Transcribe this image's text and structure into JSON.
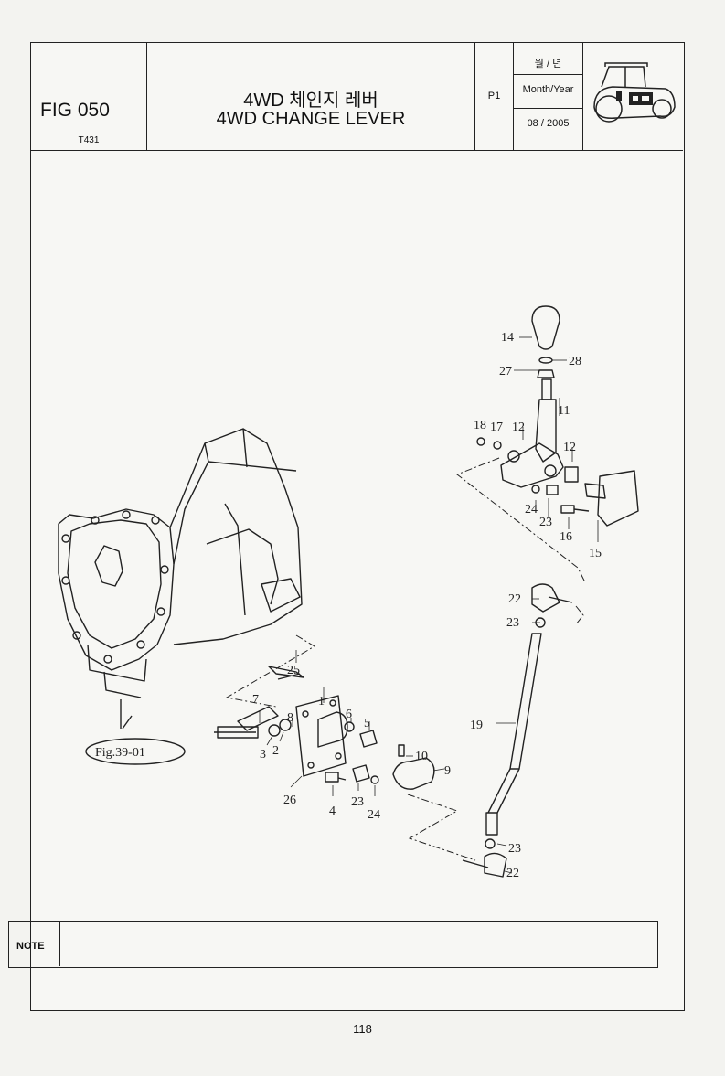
{
  "header": {
    "fig_number": "FIG 050",
    "model_code": "T431",
    "title_korean": "4WD 체인지 레버",
    "title_english": "4WD CHANGE LEVER",
    "page_label": "P1",
    "date_label_korean": "월 / 년",
    "date_label_english": "Month/Year",
    "date_value": "08 / 2005",
    "logo_icon": "tractor-icon"
  },
  "diagram": {
    "reference_label": "Fig.39-01",
    "part_numbers": [
      "14",
      "28",
      "27",
      "11",
      "18",
      "17",
      "12",
      "12",
      "24",
      "23",
      "16",
      "15",
      "22",
      "23",
      "25",
      "7",
      "8",
      "1",
      "6",
      "5",
      "3",
      "2",
      "10",
      "9",
      "19",
      "26",
      "4",
      "23",
      "24",
      "23",
      "22"
    ]
  },
  "note": {
    "label": "NOTE",
    "text": ""
  },
  "footer": {
    "page_number": "118"
  }
}
